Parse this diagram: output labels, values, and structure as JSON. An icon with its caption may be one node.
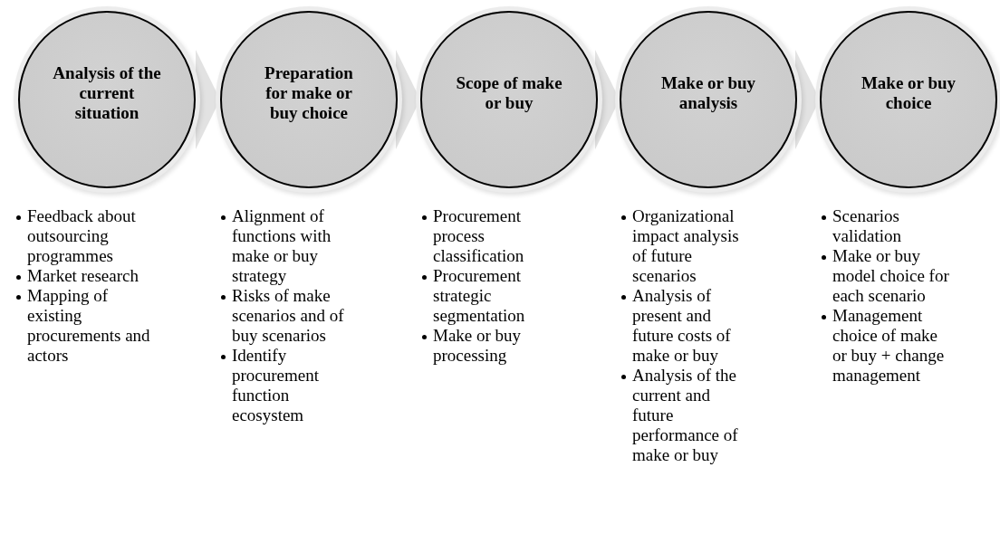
{
  "diagram": {
    "nodes": [
      {
        "text": [
          "Analysis of the current situation"
        ],
        "beside": [
          "Feedback about outsourcing programmes",
          "Market research",
          "Mapping of existing procurements and actors"
        ]
      },
      {
        "text": [
          "Preparation for make or buy choice"
        ],
        "beside": [
          "Alignment of functions with make or buy strategy",
          "Risks of make scenarios and of buy scenarios",
          "Identify procurement function ecosystem"
        ]
      },
      {
        "text": [
          "Scope of make or buy"
        ],
        "beside": [
          "Procurement process classification",
          "Procurement strategic segmentation",
          "Make or buy processing"
        ]
      },
      {
        "text": [
          "Make or buy analysis"
        ],
        "beside": [
          "Organizational impact analysis of future scenarios",
          "Analysis of present and future costs of make or buy",
          "Analysis of the current and future performance of make or buy"
        ]
      },
      {
        "text": [
          "Make or buy choice"
        ],
        "beside": [
          "Scenarios validation",
          "Make or buy model choice for each scenario",
          "Management choice of make or buy + change management"
        ]
      }
    ],
    "edges": [
      {
        "from": 0,
        "to": 1,
        "arrow": "to"
      },
      {
        "from": 1,
        "to": 2,
        "arrow": "to"
      },
      {
        "from": 2,
        "to": 3,
        "arrow": "to"
      },
      {
        "from": 3,
        "to": 4,
        "arrow": "to"
      }
    ]
  }
}
